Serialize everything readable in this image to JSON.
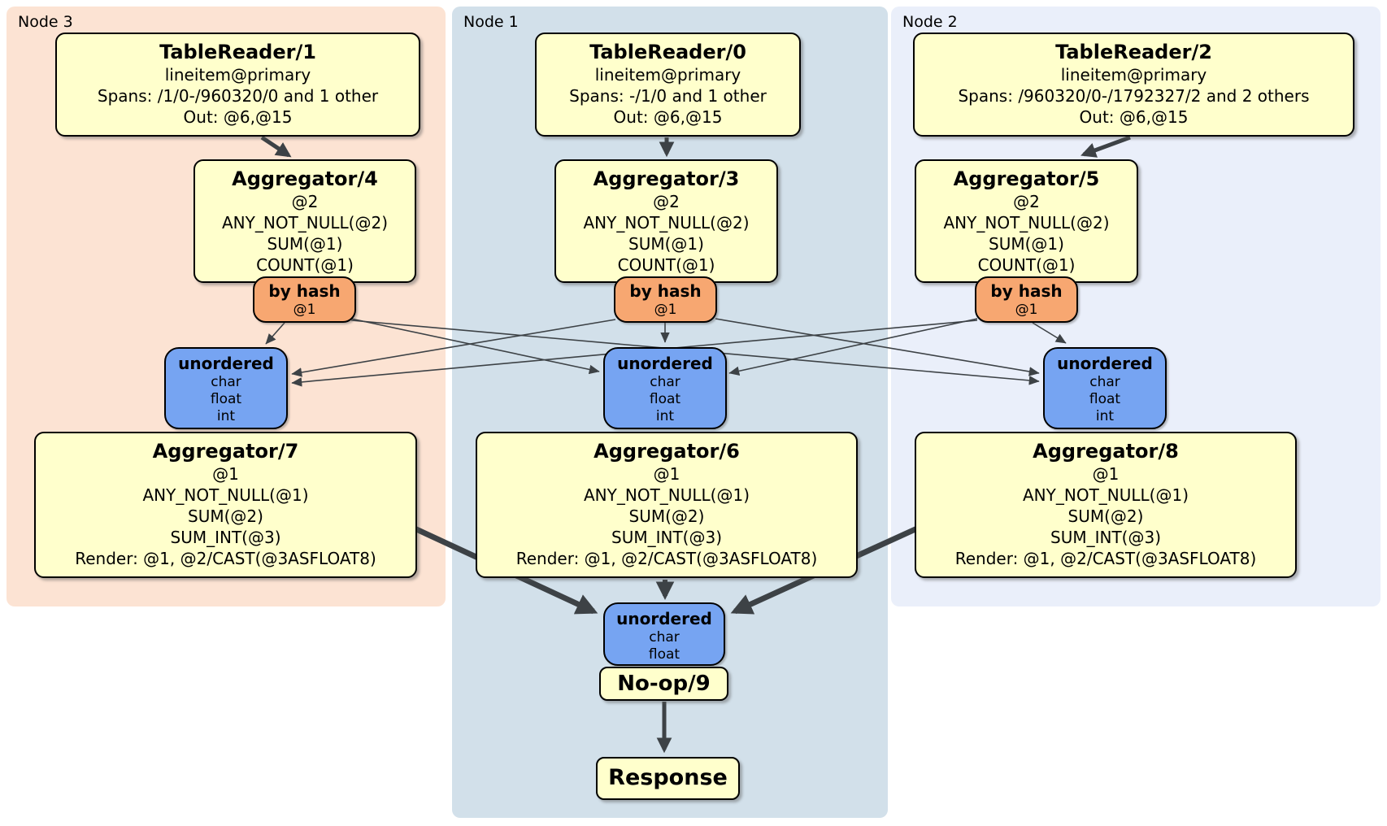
{
  "regions": [
    {
      "label": "Node 3"
    },
    {
      "label": "Node 1"
    },
    {
      "label": "Node 2"
    }
  ],
  "nodes": {
    "tr1": {
      "title": "TableReader/1",
      "lines": [
        "lineitem@primary",
        "Spans: /1/0-/960320/0 and 1 other",
        "Out: @6,@15"
      ]
    },
    "tr0": {
      "title": "TableReader/0",
      "lines": [
        "lineitem@primary",
        "Spans: -/1/0 and 1 other",
        "Out: @6,@15"
      ]
    },
    "tr2": {
      "title": "TableReader/2",
      "lines": [
        "lineitem@primary",
        "Spans: /960320/0-/1792327/2 and 2 others",
        "Out: @6,@15"
      ]
    },
    "agg4": {
      "title": "Aggregator/4",
      "lines": [
        "@2",
        "ANY_NOT_NULL(@2)",
        "SUM(@1)",
        "COUNT(@1)"
      ]
    },
    "agg3": {
      "title": "Aggregator/3",
      "lines": [
        "@2",
        "ANY_NOT_NULL(@2)",
        "SUM(@1)",
        "COUNT(@1)"
      ]
    },
    "agg5": {
      "title": "Aggregator/5",
      "lines": [
        "@2",
        "ANY_NOT_NULL(@2)",
        "SUM(@1)",
        "COUNT(@1)"
      ]
    },
    "agg7": {
      "title": "Aggregator/7",
      "lines": [
        "@1",
        "ANY_NOT_NULL(@1)",
        "SUM(@2)",
        "SUM_INT(@3)",
        "Render: @1, @2/CAST(@3ASFLOAT8)"
      ]
    },
    "agg6": {
      "title": "Aggregator/6",
      "lines": [
        "@1",
        "ANY_NOT_NULL(@1)",
        "SUM(@2)",
        "SUM_INT(@3)",
        "Render: @1, @2/CAST(@3ASFLOAT8)"
      ]
    },
    "agg8": {
      "title": "Aggregator/8",
      "lines": [
        "@1",
        "ANY_NOT_NULL(@1)",
        "SUM(@2)",
        "SUM_INT(@3)",
        "Render: @1, @2/CAST(@3ASFLOAT8)"
      ]
    },
    "noop": {
      "title": "No-op/9"
    },
    "response": {
      "title": "Response"
    }
  },
  "routers": [
    {
      "title": "by hash",
      "key": "@1"
    },
    {
      "title": "by hash",
      "key": "@1"
    },
    {
      "title": "by hash",
      "key": "@1"
    }
  ],
  "syncs": [
    {
      "title": "unordered",
      "types": [
        "char",
        "float",
        "int"
      ]
    },
    {
      "title": "unordered",
      "types": [
        "char",
        "float",
        "int"
      ]
    },
    {
      "title": "unordered",
      "types": [
        "char",
        "float",
        "int"
      ]
    },
    {
      "title": "unordered",
      "types": [
        "char",
        "float"
      ]
    }
  ],
  "colors": {
    "node3_bg": "#fce3d3",
    "node1_bg": "#d2e0ea",
    "node2_bg": "#eaeffa",
    "node_fill": "#ffffcc",
    "router_fill": "#f7a771",
    "sync_fill": "#76a4f2",
    "edge": "#3d4246"
  }
}
